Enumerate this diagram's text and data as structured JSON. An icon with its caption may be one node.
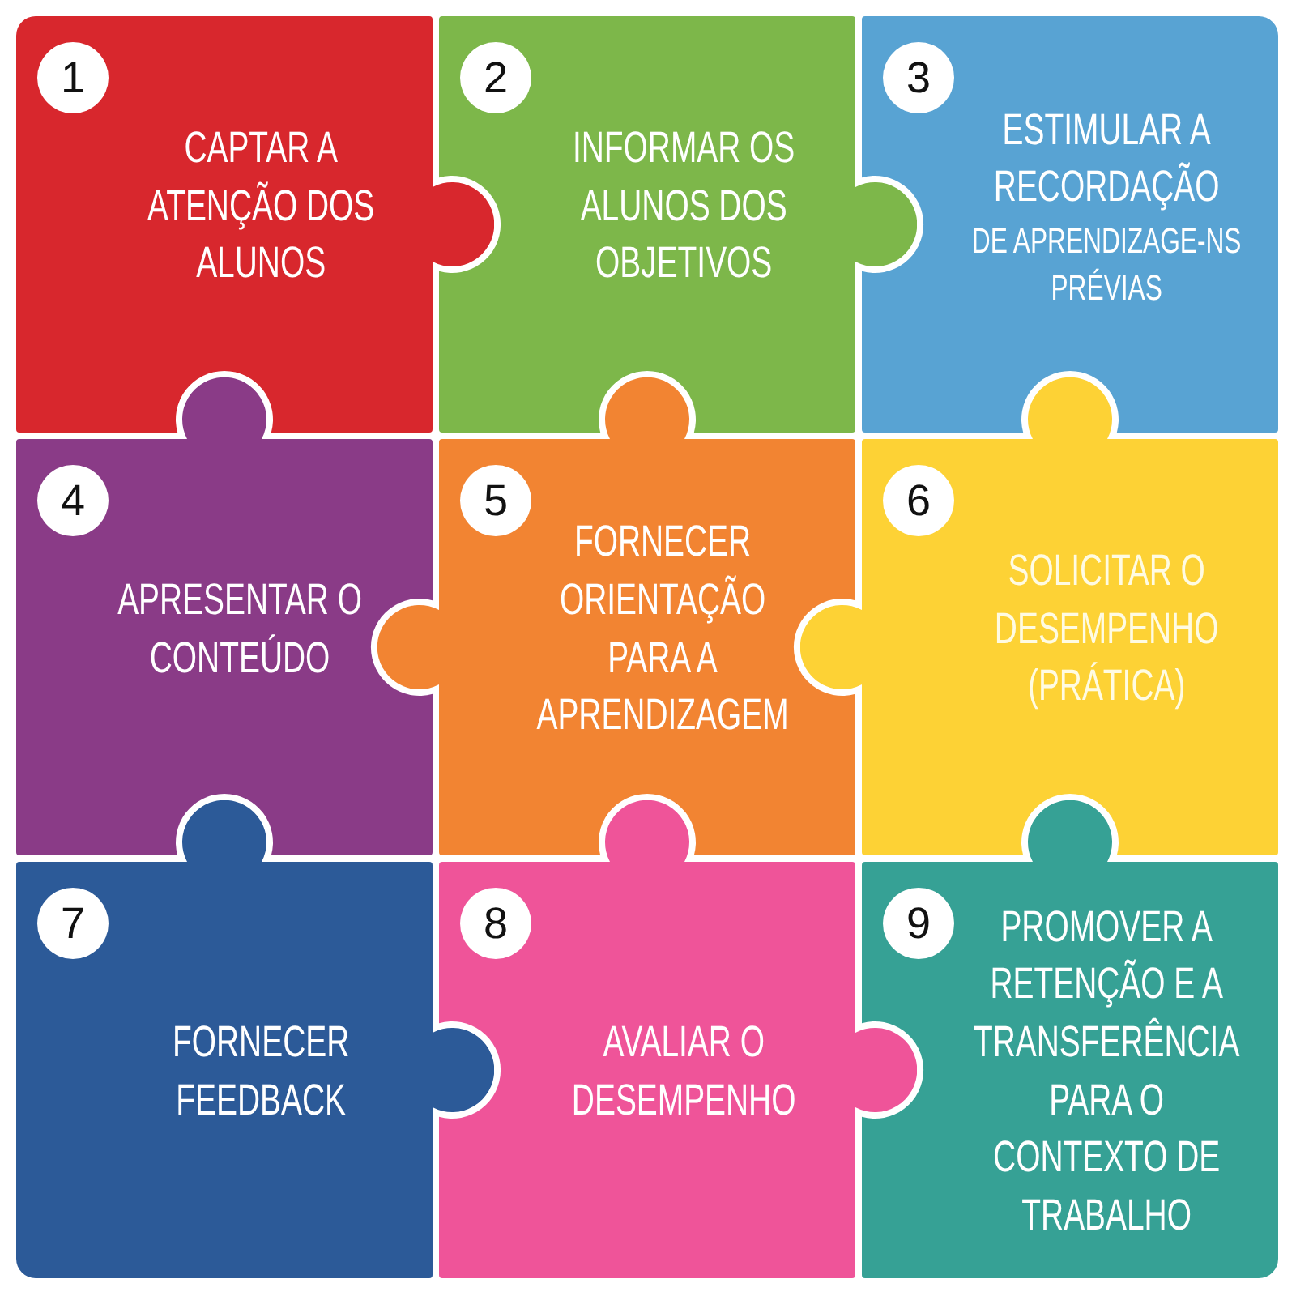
{
  "diagram": {
    "nodes": [
      {
        "text": [
          "1",
          "CAPTAR A ATENÇÃO DOS ALUNOS"
        ]
      },
      {
        "text": [
          "2",
          "INFORMAR OS ALUNOS DOS OBJETIVOS"
        ]
      },
      {
        "text": [
          "3",
          "ESTIMULAR A RECORDAÇÃO",
          "DE APRENDIZAGE-NS PRÉVIAS"
        ]
      },
      {
        "text": [
          "4",
          "APRESENTAR O CONTEÚDO"
        ]
      },
      {
        "text": [
          "5",
          "FORNECER ORIENTAÇÃO PARA A APRENDIZAGEM"
        ]
      },
      {
        "text": [
          "6",
          "SOLICITAR O DESEMPENHO (PRÁTICA)"
        ]
      },
      {
        "text": [
          "7",
          "FORNECER FEEDBACK"
        ]
      },
      {
        "text": [
          "8",
          "AVALIAR O DESEMPENHO"
        ]
      },
      {
        "text": [
          "9",
          "PROMOVER A RETENÇÃO E A TRANSFERÊNCIA PARA O CONTEXTO DE TRABALHO"
        ]
      }
    ]
  }
}
